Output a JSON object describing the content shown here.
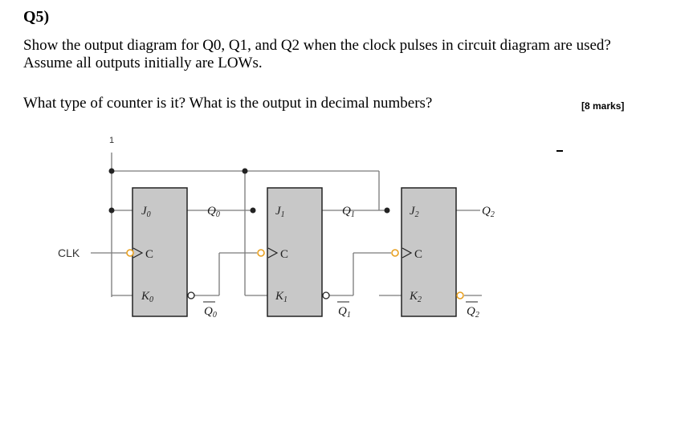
{
  "question": {
    "number": "Q5)",
    "line1": "Show the output diagram for Q0, Q1, and Q2 when the clock pulses in circuit diagram are used?",
    "line2": "Assume all outputs initially are LOWs.",
    "line3": "What type of counter is it? What is the output in decimal numbers?",
    "marks": "[8 marks]"
  },
  "circuit": {
    "high_input": "1",
    "clock_label": "CLK",
    "flip_flops": [
      {
        "j": "J",
        "k": "K",
        "clock": "C",
        "q": "Q",
        "qbar": "Q",
        "index": "0"
      },
      {
        "j": "J",
        "k": "K",
        "clock": "C",
        "q": "Q",
        "qbar": "Q",
        "index": "1"
      },
      {
        "j": "J",
        "k": "K",
        "clock": "C",
        "q": "Q",
        "qbar": "Q",
        "index": "2"
      }
    ],
    "colors": {
      "box_fill": "#c8c8c8",
      "box_border": "#222222",
      "wire": "#7a7a7a",
      "bubble": "#e8a020"
    }
  }
}
